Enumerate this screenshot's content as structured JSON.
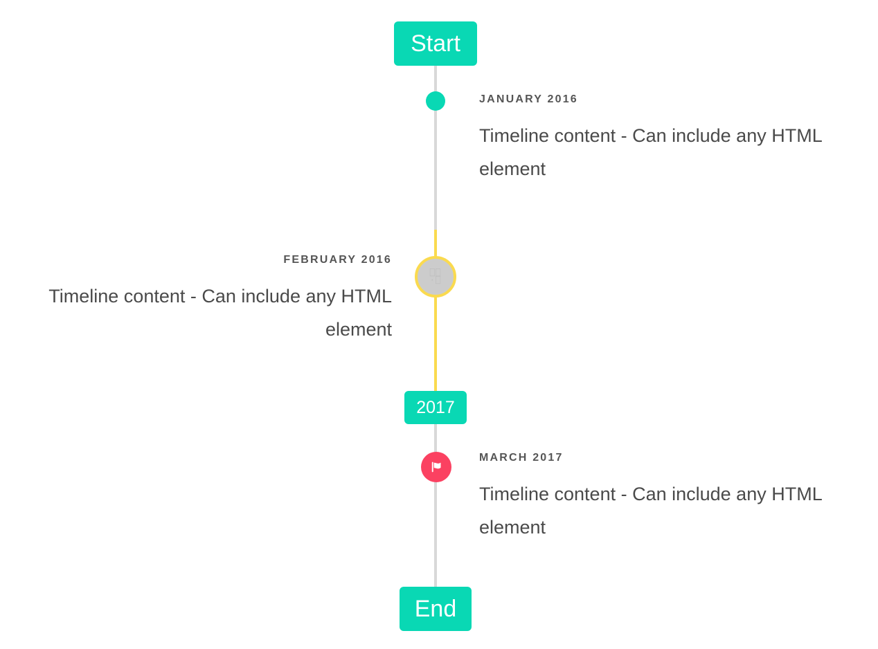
{
  "timeline": {
    "start_label": "Start",
    "end_label": "End",
    "mid_label": "2017",
    "line_color": "#d8d8d8",
    "accent_color": "#09d8b4",
    "highlight_color": "#fada4f",
    "flag_color": "#fb4161",
    "entries": [
      {
        "date": "January 2016",
        "body": "Timeline content - Can include any HTML element",
        "side": "right",
        "marker": "dot"
      },
      {
        "date": "February 2016",
        "body": "Timeline content - Can include any HTML element",
        "side": "left",
        "marker": "ring",
        "marker_glyph": "⎕⎕\n·⎕"
      },
      {
        "date": "March 2017",
        "body": "Timeline content - Can include any HTML element",
        "side": "right",
        "marker": "flag"
      }
    ]
  }
}
